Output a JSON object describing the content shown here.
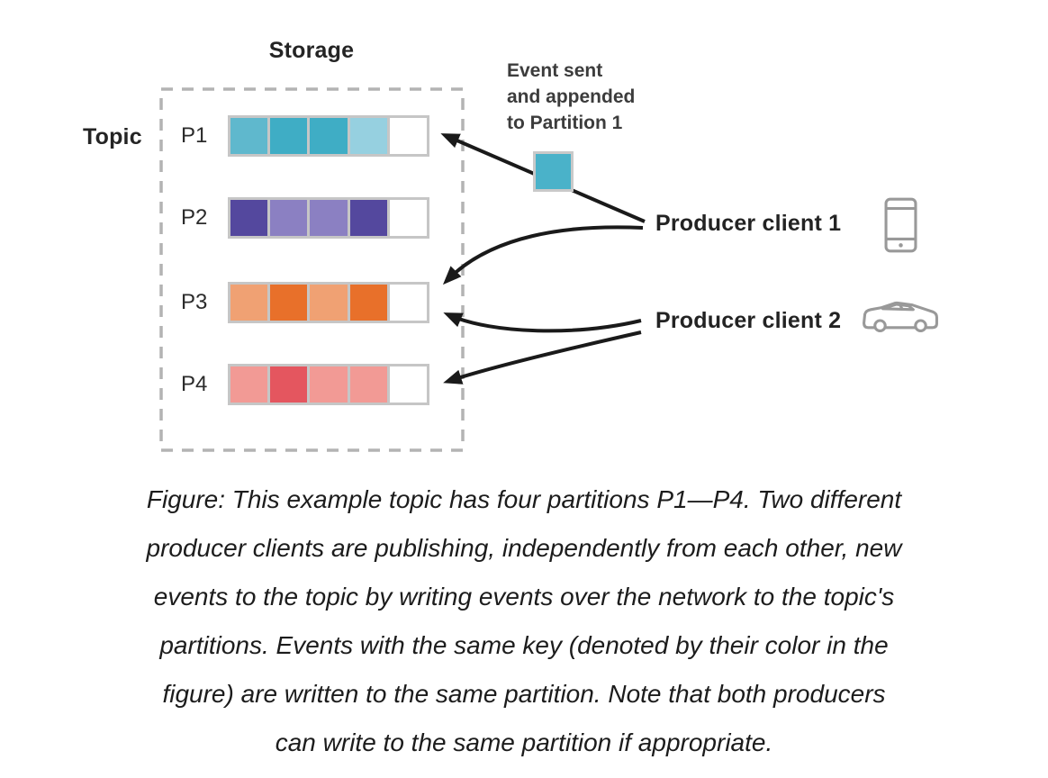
{
  "diagram": {
    "storage_label": "Storage",
    "topic_label": "Topic",
    "event_note_lines": [
      "Event sent",
      "and appended",
      "to Partition 1"
    ],
    "event_square_color": "#4ab2c9",
    "partitions": [
      {
        "label": "P1",
        "cells": [
          "#5fb8cd",
          "#3fadc5",
          "#3fadc5",
          "#96d0e0",
          "#ffffff"
        ]
      },
      {
        "label": "P2",
        "cells": [
          "#54489e",
          "#8b80c2",
          "#8b80c2",
          "#54489e",
          "#ffffff"
        ]
      },
      {
        "label": "P3",
        "cells": [
          "#f0a173",
          "#e8702a",
          "#f0a173",
          "#e8702a",
          "#ffffff"
        ]
      },
      {
        "label": "P4",
        "cells": [
          "#f29a95",
          "#e4565f",
          "#f29a95",
          "#f29a95",
          "#ffffff"
        ]
      }
    ],
    "producers": [
      {
        "label": "Producer client 1",
        "icon": "smartphone-icon"
      },
      {
        "label": "Producer client 2",
        "icon": "car-icon"
      }
    ],
    "colors": {
      "arrow": "#1a1a1a",
      "cell_border_gray": "#c6c6c6",
      "dashed_border_gray": "#b3b3b3",
      "icon_gray": "#999999",
      "note_text": "#3c3c3c",
      "label_text": "#242424"
    }
  },
  "caption": {
    "lines": [
      "Figure: This example topic has four partitions P1—P4. Two different",
      "producer clients are publishing, independently from each other, new",
      "events to the topic by writing events over the network to the topic's",
      "partitions. Events with the same key (denoted by their color in the",
      "figure) are written to the same partition. Note that both producers",
      "can write to the same partition if appropriate."
    ]
  }
}
